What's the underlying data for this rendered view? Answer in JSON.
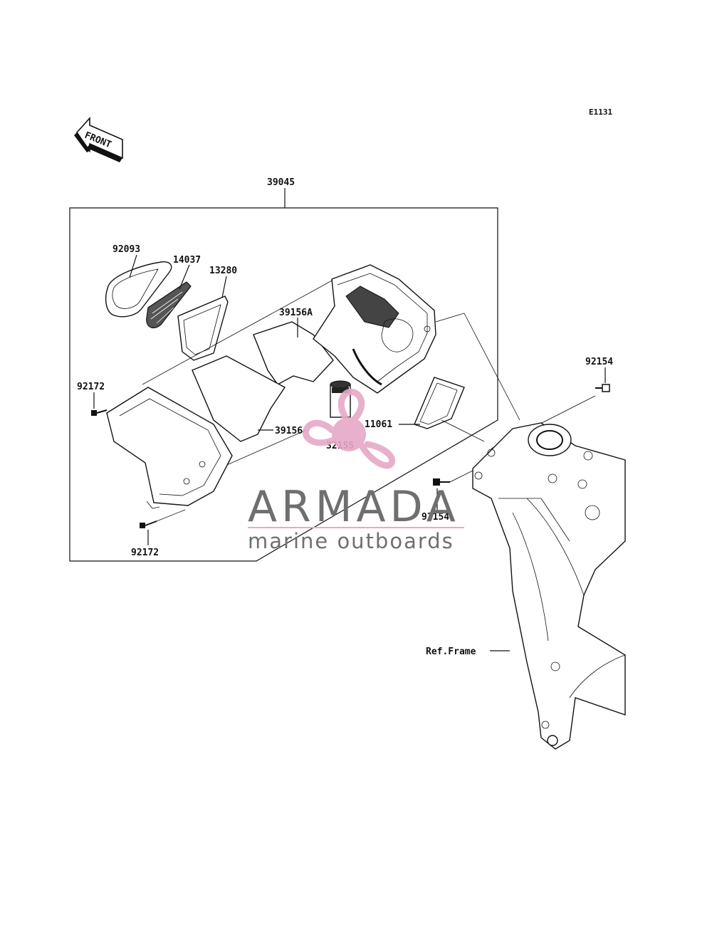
{
  "diagram_code": "E1131",
  "front_label": "FRONT",
  "assembly_label": "39045",
  "parts": {
    "p92093": "92093",
    "p14037": "14037",
    "p13280": "13280",
    "p39156A": "39156A",
    "p92172_top": "92172",
    "p39156": "39156",
    "p32155": "32155",
    "p11061": "11061",
    "p92154_right": "92154",
    "p92154_mid": "92154",
    "p92172_bottom": "92172",
    "ref_frame": "Ref.Frame"
  },
  "watermark": {
    "title": "ARMADA",
    "subtitle": "marine outboards",
    "logo_color": "#e7a8c6",
    "text_color": "#6f6f6f"
  }
}
